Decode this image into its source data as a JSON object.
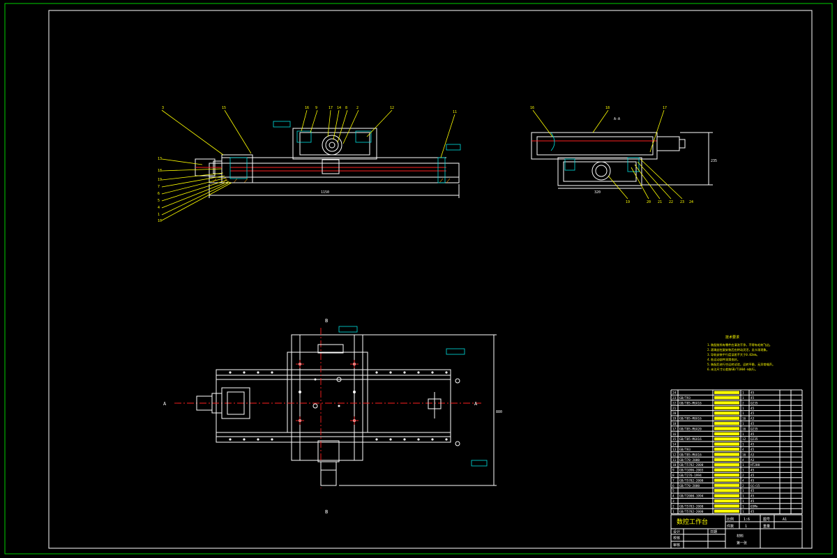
{
  "drawing": {
    "title_block": {
      "drawing_title": "数控工作台",
      "scale_label": "比例",
      "scale_value": "1:6",
      "sheet_label": "图号",
      "sheet_value": "A1",
      "qty_label": "件数",
      "qty_value": "1",
      "weight_label": "重量",
      "designer_label": "设计",
      "checker_label": "校核",
      "approver_label": "审核",
      "date_label": "日期",
      "material_label": "材料",
      "page_label": "第一张"
    },
    "dimensions": {
      "front_length": "1150",
      "side_height": "235",
      "side_width": "320",
      "plan_height": "880"
    },
    "section_label": "A-A",
    "parts_list_numbers": [
      "24",
      "23",
      "22",
      "21",
      "20",
      "19",
      "18",
      "17",
      "16",
      "15",
      "14",
      "13",
      "12",
      "11",
      "10",
      "9",
      "8",
      "7",
      "6",
      "5",
      "4",
      "3",
      "2",
      "1"
    ],
    "parts_list_standards": [
      "",
      "GB/T93",
      "GB/T85-M6X16",
      "",
      "",
      "GB/T85-M8X16",
      "",
      "GB/T85-M6X20",
      "",
      "GB/T85-M6X16",
      "",
      "GB/T93",
      "GB/T85-M6X16",
      "GB/T70-2000",
      "GB/T5782-2000",
      "GB/T1096-2003",
      "GB/T276-1994",
      "GB/T5782-2000",
      "GB/T70-2000",
      "",
      "GB/T2000-1994",
      "",
      "GB/T5783-2000",
      "GB/T5782-2000"
    ],
    "parts_list_materials": [
      "45",
      "45",
      "Q235",
      "45",
      "45",
      "A3",
      "45",
      "Q235",
      "45",
      "Q235",
      "45",
      "45",
      "A3",
      "A3",
      "HT200",
      "45",
      "45",
      "45",
      "GCr15",
      "45",
      "45",
      "45",
      "65Mn",
      "45"
    ],
    "parts_list_qty": [
      "1",
      "1",
      "2",
      "1",
      "1",
      "16",
      "1",
      "16",
      "1",
      "12",
      "1",
      "4",
      "16",
      "4",
      "1",
      "1",
      "2",
      "4",
      "2",
      "1",
      "1",
      "1",
      "1",
      "1"
    ],
    "technical_requirements_title": "技术要求",
    "technical_requirements": [
      "1.装配前所有零件应清洗干净，不得有毛刺飞边。",
      "2.滚珠丝杠副安装后应转动灵活，无卡滞现象。",
      "3.导轨安装平行度误差不大于0.02mm。",
      "4.各运动部件润滑良好。",
      "5.装配后进行空运转试验，运转平稳，无异常噪声。",
      "6.未注尺寸公差按GB/T1804-m执行。"
    ],
    "callouts_front": [
      "3",
      "15",
      "16",
      "9",
      "17",
      "14",
      "8",
      "2",
      "12",
      "11",
      "13",
      "18",
      "19",
      "7",
      "6",
      "5",
      "4",
      "1",
      "10"
    ],
    "callouts_side": [
      "16",
      "18",
      "17",
      "19",
      "20",
      "21",
      "22",
      "23",
      "24"
    ],
    "view_labels": [
      "A",
      "A",
      "B",
      "B"
    ]
  }
}
